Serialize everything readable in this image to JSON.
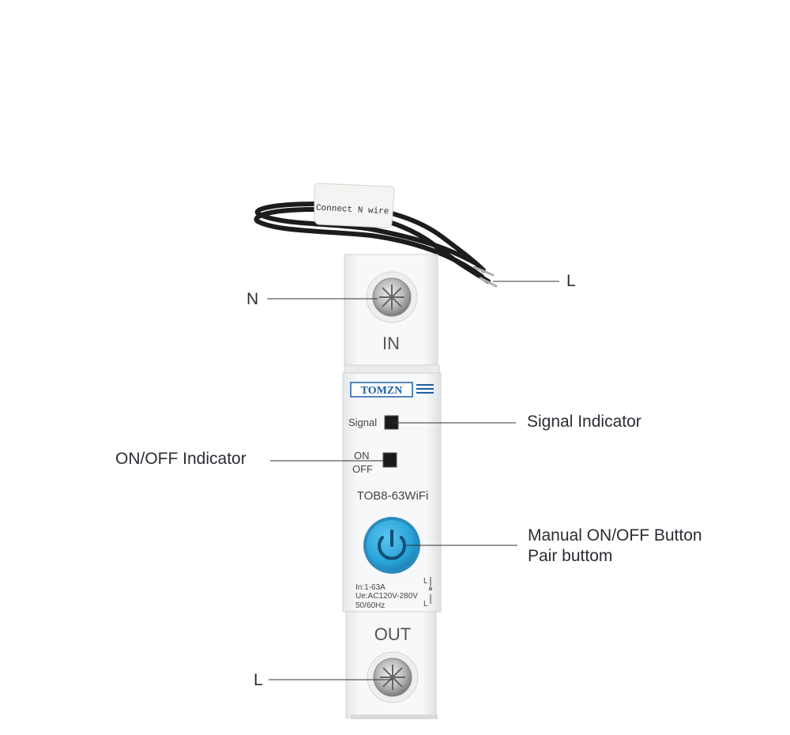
{
  "wire_tag": {
    "text": "Connect N wire"
  },
  "device": {
    "brand": "TOMZN",
    "in_label": "IN",
    "out_label": "OUT",
    "signal_label": "Signal",
    "on_label": "ON",
    "off_label": "OFF",
    "model": "TOB8-63WiFi",
    "spec_current": "In:1-63A",
    "spec_voltage": "Ue:AC120V-280V",
    "spec_freq": "50/60Hz",
    "switch_symbol_top": "L",
    "switch_symbol_bottom": "L",
    "button_color": "#2aa3d8",
    "brand_color": "#1f5fa8"
  },
  "callouts": {
    "n_in": "N",
    "l_wire": "L",
    "signal_indicator": "Signal Indicator",
    "onoff_indicator": "ON/OFF Indicator",
    "manual_button_line1": "Manual ON/OFF Button",
    "manual_button_line2": "Pair buttom",
    "l_out": "L"
  }
}
